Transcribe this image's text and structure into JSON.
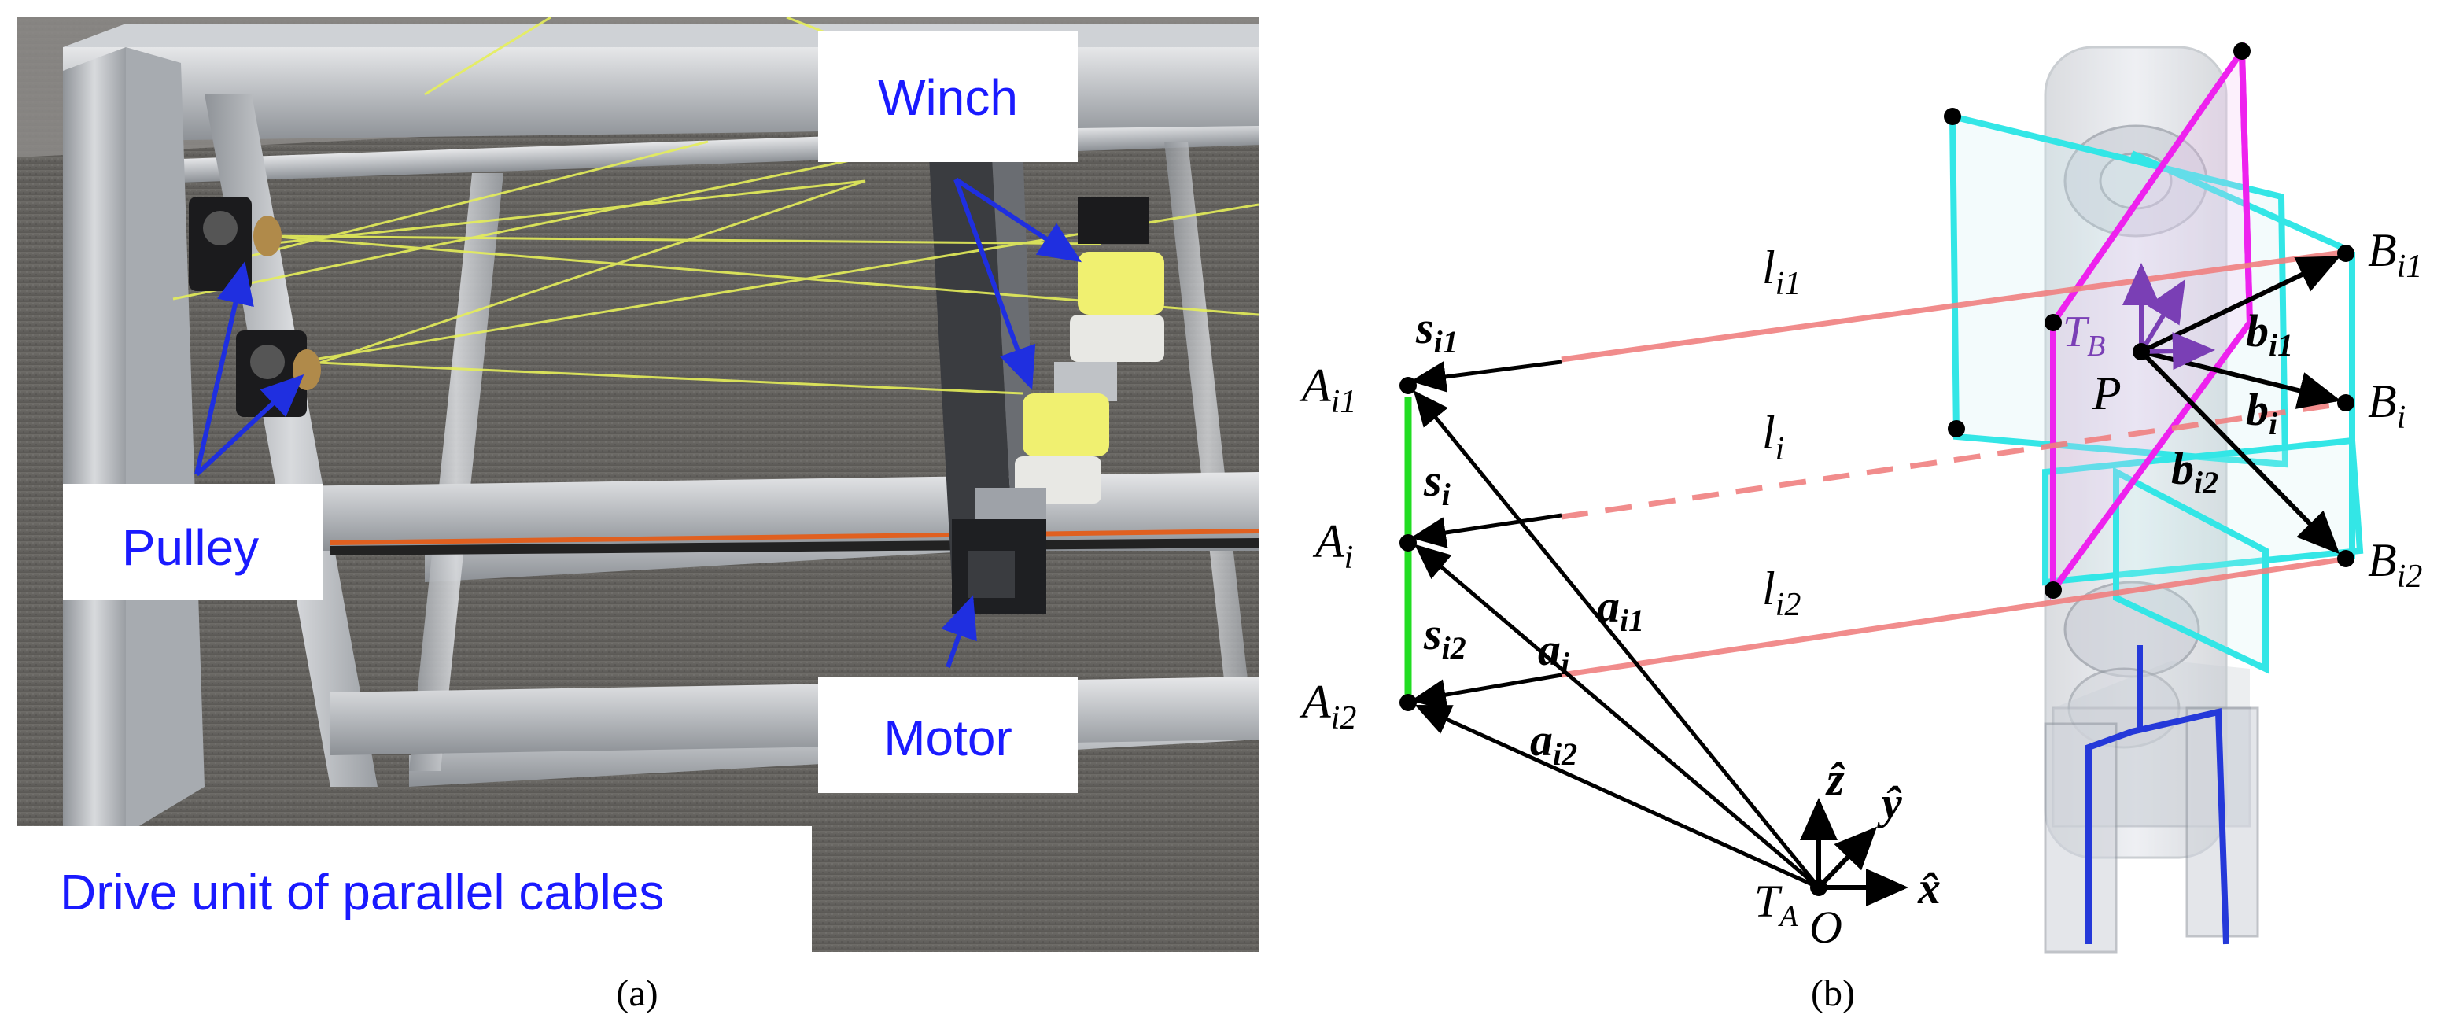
{
  "panel_a": {
    "labels": {
      "winch": "Winch",
      "pulley": "Pulley",
      "motor": "Motor"
    },
    "caption_box": "Drive unit of parallel cables",
    "panel_caption": "(a)"
  },
  "panel_b": {
    "panel_caption": "(b)",
    "points": {
      "A_i1": {
        "base": "A",
        "sub": "i1"
      },
      "A_i": {
        "base": "A",
        "sub": "i"
      },
      "A_i2": {
        "base": "A",
        "sub": "i2"
      },
      "B_i1": {
        "base": "B",
        "sub": "i1"
      },
      "B_i": {
        "base": "B",
        "sub": "i"
      },
      "B_i2": {
        "base": "B",
        "sub": "i2"
      },
      "P": "P",
      "O": "O"
    },
    "frames": {
      "T_A": {
        "base": "T",
        "sub": "A"
      },
      "T_B": {
        "base": "T",
        "sub": "B"
      }
    },
    "vectors": {
      "s_i1": {
        "base": "s",
        "sub": "i1"
      },
      "s_i": {
        "base": "s",
        "sub": "i"
      },
      "s_i2": {
        "base": "s",
        "sub": "i2"
      },
      "a_i1": {
        "base": "a",
        "sub": "i1"
      },
      "a_i": {
        "base": "a",
        "sub": "i"
      },
      "a_i2": {
        "base": "a",
        "sub": "i2"
      },
      "b_i1": {
        "base": "b",
        "sub": "i1"
      },
      "b_i": {
        "base": "b",
        "sub": "i"
      },
      "b_i2": {
        "base": "b",
        "sub": "i2"
      }
    },
    "lengths": {
      "l_i1": {
        "base": "l",
        "sub": "i1"
      },
      "l_i": {
        "base": "l",
        "sub": "i"
      },
      "l_i2": {
        "base": "l",
        "sub": "i2"
      }
    },
    "axes": {
      "x": "x̂",
      "y": "ŷ",
      "z": "ẑ"
    }
  },
  "colors": {
    "callout_text": "#1a1aff",
    "callout_arrow": "#1f2fe0",
    "cable": "#f08080",
    "cyan_frame": "#33e6e6",
    "magenta_frame": "#ee22ee",
    "green_link": "#22dd22",
    "frame_B": "#7a3fb5",
    "gripper": "#1a2fd8"
  }
}
